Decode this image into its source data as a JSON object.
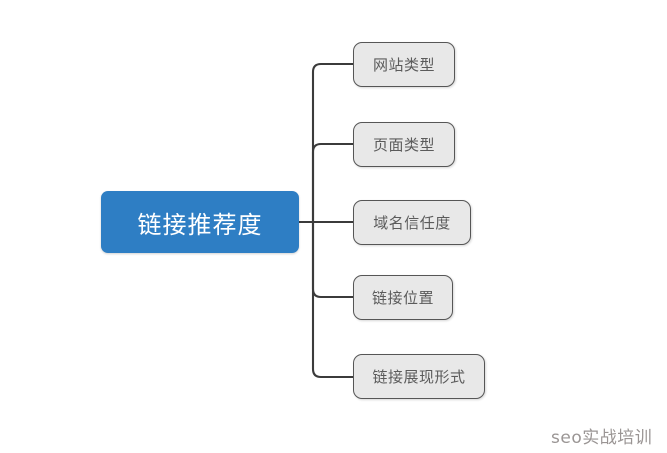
{
  "diagram": {
    "type": "mind-map",
    "background_color": "#ffffff",
    "root": {
      "label": "链接推荐度",
      "fill_color": "#2e7ec4",
      "text_color": "#ffffff"
    },
    "children": [
      {
        "label": "网站类型"
      },
      {
        "label": "页面类型"
      },
      {
        "label": "域名信任度"
      },
      {
        "label": "链接位置"
      },
      {
        "label": "链接展现形式"
      }
    ],
    "node_style": {
      "fill_color": "#e8e8e8",
      "border_color": "#565656",
      "text_color": "#5b5b5b"
    },
    "connector_color": "#3b3b3b"
  },
  "watermark": {
    "text": "seo实战培训",
    "color": "#9a9594"
  }
}
